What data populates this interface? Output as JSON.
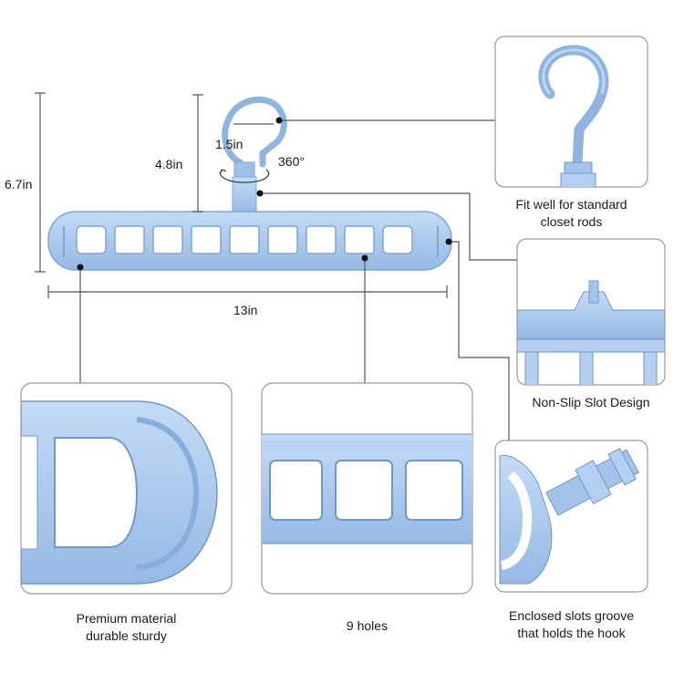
{
  "dimensions": {
    "total_height": "6.7in",
    "hook_height": "4.8in",
    "hook_width": "1.5in",
    "rotation": "360°",
    "width": "13in"
  },
  "features": {
    "hook": {
      "line1": "Fit well for standard",
      "line2": "closet rods"
    },
    "slot": {
      "line1": "Non-Slip Slot Design"
    },
    "material": {
      "line1": "Premium material",
      "line2": "durable sturdy"
    },
    "holes": {
      "line1": "9 holes"
    },
    "groove": {
      "line1": "Enclosed slots groove",
      "line2": "that holds the hook"
    }
  },
  "colors": {
    "plastic": "#a9c8ec",
    "plastic_dark": "#7fa6d6",
    "line": "#444444"
  }
}
